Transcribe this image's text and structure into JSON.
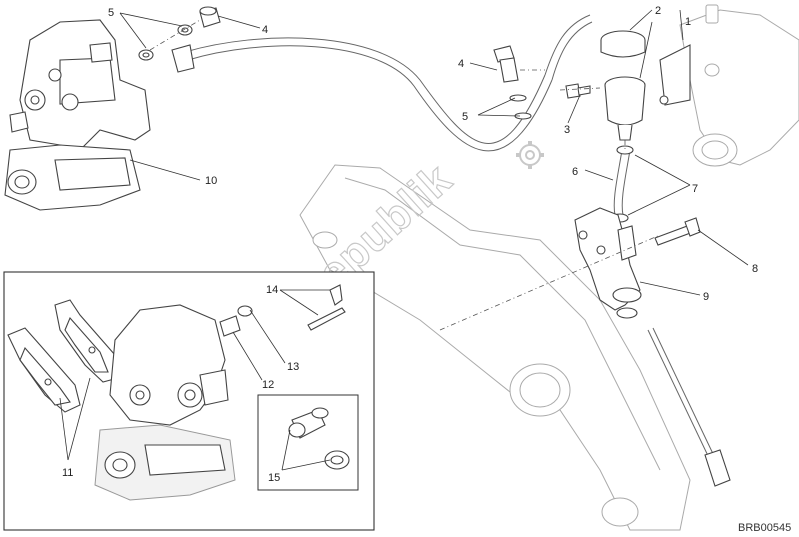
{
  "diagram": {
    "part_numbers": [
      "1",
      "2",
      "3",
      "4",
      "5",
      "6",
      "7",
      "8",
      "9",
      "10",
      "11",
      "12",
      "13",
      "14",
      "15"
    ],
    "labels": {
      "p1": "1",
      "p2": "2",
      "p3": "3",
      "p4a": "4",
      "p4b": "4",
      "p5a": "5",
      "p5b": "5",
      "p6": "6",
      "p7": "7",
      "p8": "8",
      "p9": "9",
      "p10": "10",
      "p11": "11",
      "p12": "12",
      "p13": "13",
      "p14": "14",
      "p15": "15"
    },
    "watermark": "PartsRepublik",
    "diagram_code": "BRB00545",
    "colors": {
      "line": "#444444",
      "watermark": "#c8c8c8",
      "background": "#ffffff"
    }
  }
}
